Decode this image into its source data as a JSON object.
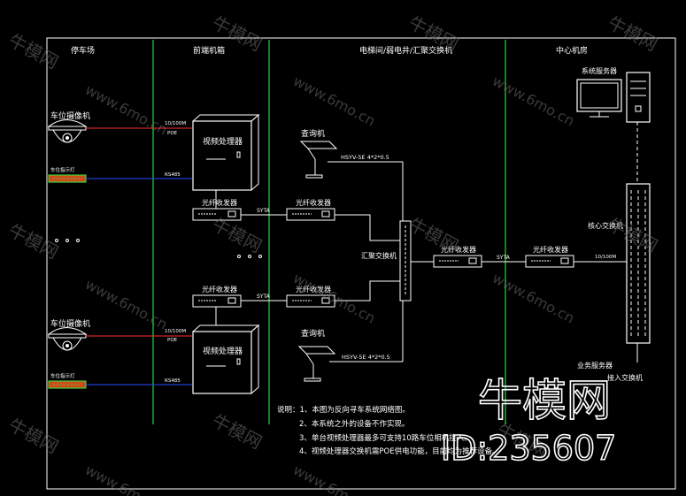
{
  "zones": [
    "停车场",
    "前端机箱",
    "电梯间/弱电井/汇聚交换机",
    "中心机房"
  ],
  "devices": {
    "camera": "车位摄像机",
    "indicator": "车位指示灯",
    "video_processor": "视频处理器",
    "fiber_transceiver": "光纤收发器",
    "query_terminal": "查询机",
    "aggregation_switch": "汇聚交换机",
    "core_switch": "核心交换机",
    "system_server": "系统服务器",
    "business_server": "业务服务器",
    "access_switch": "接入交换机"
  },
  "links": {
    "poe": "10/100M\nPOE",
    "rs485": "RS485",
    "fiber": "SYTA",
    "cable": "HSYV-5E 4*2*0.5",
    "uplink": "10/100M"
  },
  "notes": [
    "说明：1、本图为反向寻车系统网络图。",
    "2、本系统之外的设备不作实现。",
    "3、单台视频处理器最多可支持10路车位相机接入。",
    "4、视频处理器交换机需POE供电功能，目前均为推荐设备。"
  ],
  "watermark": {
    "brand": "牛模网",
    "site": "www.6mo.cn",
    "id": "ID:235607"
  },
  "colors": {
    "zone_line": "#2fbf3a",
    "red_link": "#ff3030",
    "blue_link": "#2a4dff",
    "device": "#ffffff",
    "indicator_fill": "#d24a1a",
    "indicator_led": "#3ccf3c"
  }
}
